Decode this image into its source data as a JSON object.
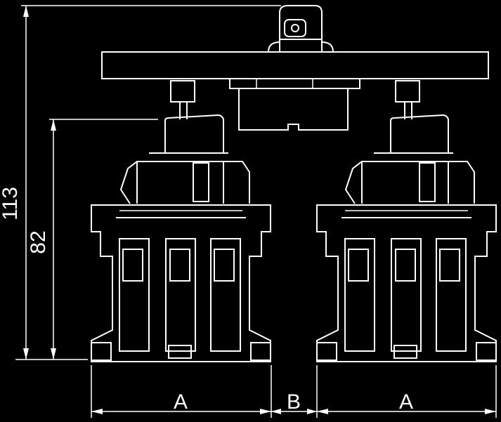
{
  "dimensions": {
    "total_height": "113",
    "upper_height": "82",
    "width_a_left": "A",
    "gap_b": "B",
    "width_a_right": "A"
  },
  "colors": {
    "background": "#000000",
    "linework": "#ffffff"
  }
}
